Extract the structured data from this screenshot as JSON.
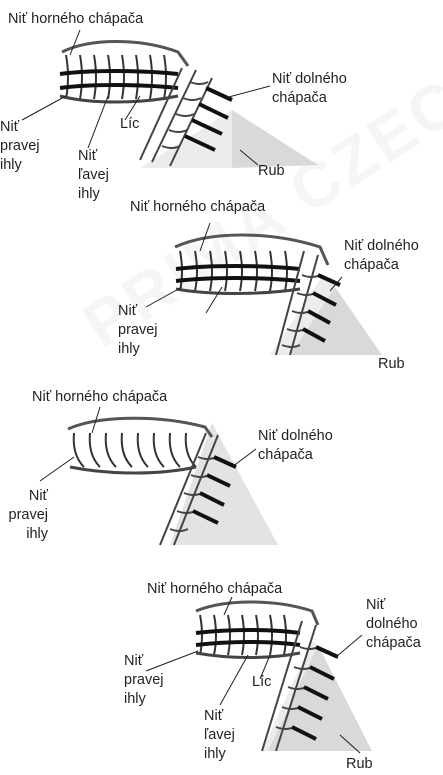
{
  "watermark": "PRIMA CZECH",
  "diagrams": [
    {
      "labels": {
        "upper_looper": "Niť horného chápača",
        "lower_looper": "Niť dolného\nchápača",
        "right_needle": "Niť\npravej\nihly",
        "left_needle": "Niť\nľavej\nihly",
        "face": "Líc",
        "back": "Rub"
      }
    },
    {
      "labels": {
        "upper_looper": "Niť horného chápača",
        "lower_looper": "Niť dolného\nchápača",
        "right_needle": "Niť\npravej\nihly",
        "back": "Rub"
      }
    },
    {
      "labels": {
        "upper_looper": "Niť horného chápača",
        "lower_looper": "Niť dolného\nchápača",
        "right_needle": "Niť\npravej\nihly"
      }
    },
    {
      "labels": {
        "upper_looper": "Niť horného chápača",
        "lower_looper": "Niť\ndolného\nchápača",
        "right_needle": "Niť\npravej\nihly",
        "left_needle": "Niť\nľavej\nihly",
        "face": "Líc",
        "back": "Rub"
      }
    }
  ]
}
